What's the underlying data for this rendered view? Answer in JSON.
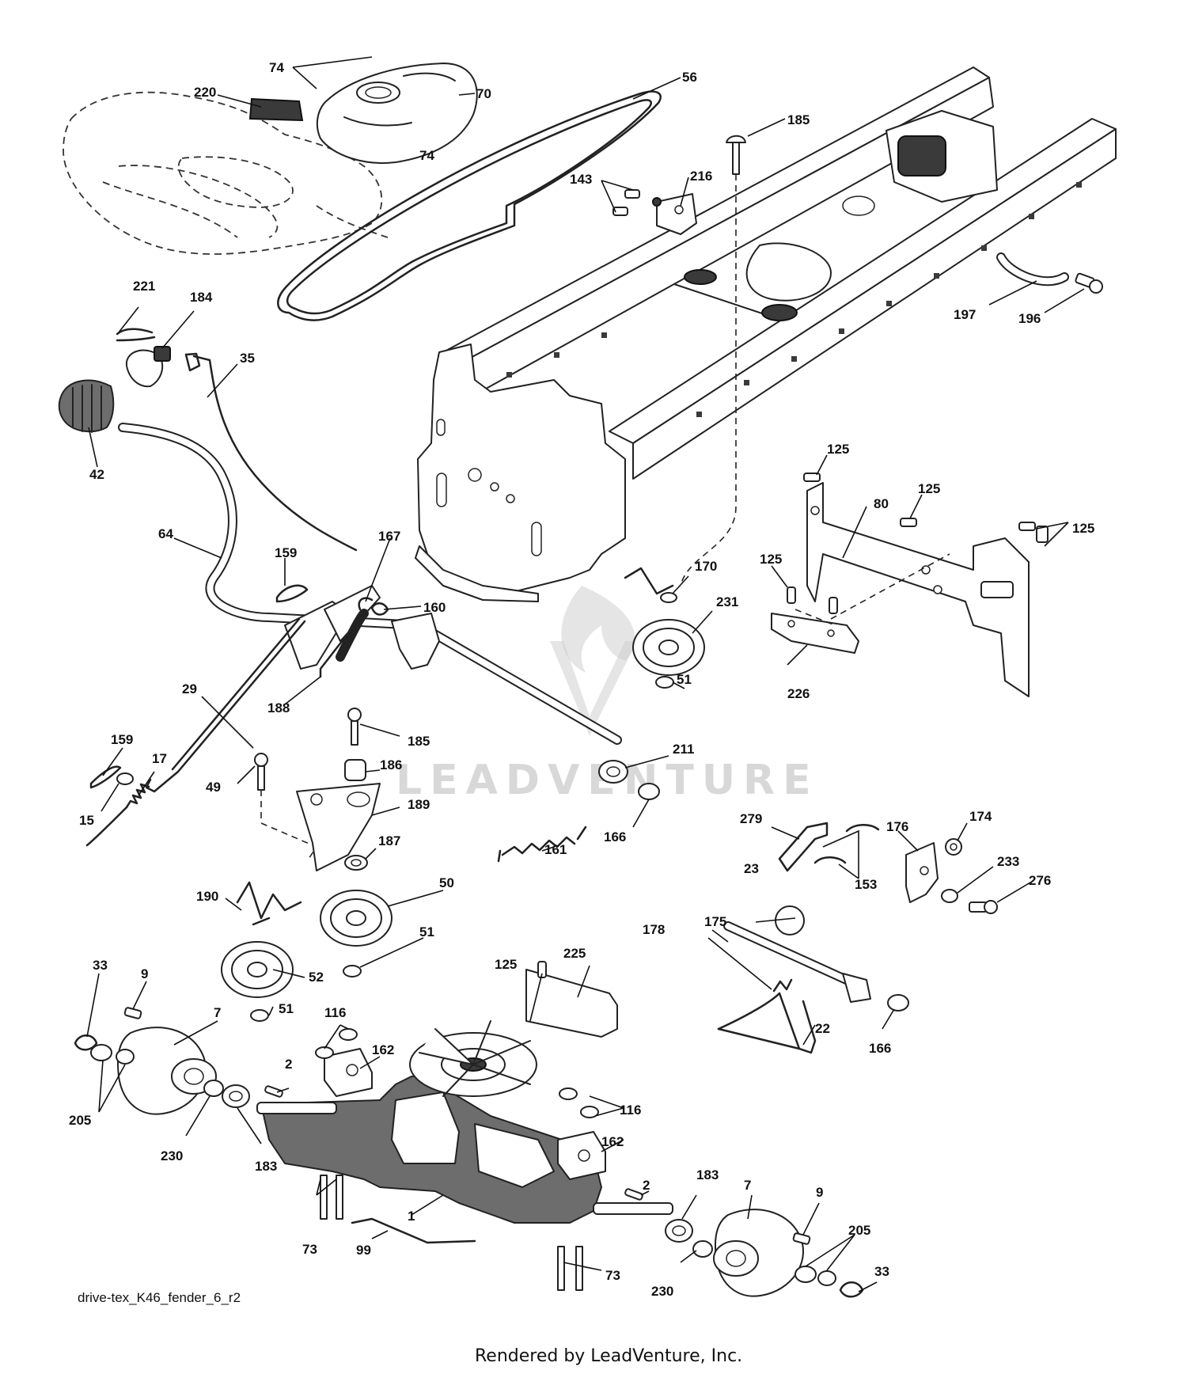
{
  "diagram_id": "drive-tex_K46_fender_6_r2",
  "footer": "Rendered by LeadVenture, Inc.",
  "watermark": {
    "brand": "LEADVENTURE",
    "color": "#cfcfcf"
  },
  "callouts": {
    "c74a": "74",
    "c74b": "74",
    "c220": "220",
    "c70": "70",
    "c56": "56",
    "c185a": "185",
    "c143": "143",
    "c216": "216",
    "c197": "197",
    "c196": "196",
    "c221": "221",
    "c184": "184",
    "c35": "35",
    "c42": "42",
    "c64": "64",
    "c159a": "159",
    "c167": "167",
    "c160": "160",
    "c125a": "125",
    "c80": "80",
    "c125b": "125",
    "c125c": "125",
    "c125d": "125",
    "c170": "170",
    "c231": "231",
    "c51a": "51",
    "c226": "226",
    "c29": "29",
    "c188": "188",
    "c185b": "185",
    "c211": "211",
    "c159b": "159",
    "c17": "17",
    "c15": "15",
    "c49": "49",
    "c186": "186",
    "c189": "189",
    "c166a": "166",
    "c279": "279",
    "c176": "176",
    "c174": "174",
    "c187": "187",
    "c161": "161",
    "c23": "23",
    "c153": "153",
    "c233": "233",
    "c276": "276",
    "c190": "190",
    "c50": "50",
    "c51b": "51",
    "c175": "175",
    "c178": "178",
    "c125e": "125",
    "c225": "225",
    "c33a": "33",
    "c9a": "9",
    "c52": "52",
    "c7a": "7",
    "c51c": "51",
    "c116a": "116",
    "c162a": "162",
    "c22": "22",
    "c166b": "166",
    "c2a": "2",
    "c205a": "205",
    "c230a": "230",
    "c183a": "183",
    "c116b": "116",
    "c162b": "162",
    "c2b": "2",
    "c183b": "183",
    "c7b": "7",
    "c9b": "9",
    "c1": "1",
    "c73a": "73",
    "c99": "99",
    "c205b": "205",
    "c33b": "33",
    "c73b": "73",
    "c230b": "230"
  }
}
